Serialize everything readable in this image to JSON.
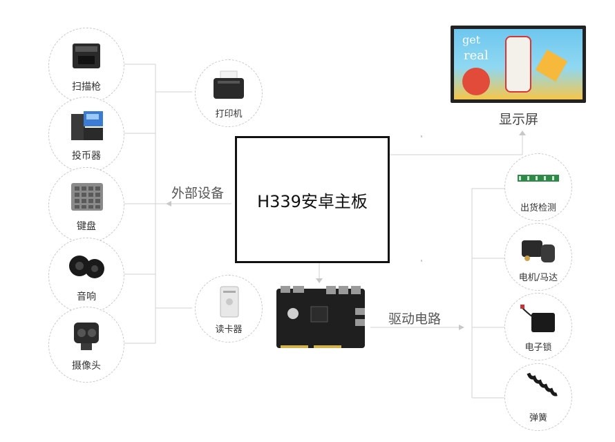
{
  "main": {
    "title": "H339安卓主板"
  },
  "section_labels": {
    "peripherals": "外部设备",
    "drive_circuit": "驱动电路"
  },
  "display": {
    "label": "显示屏",
    "ad_text_1": "get",
    "ad_text_2": "real"
  },
  "left_devices": [
    {
      "label": "扫描枪",
      "icon": "scanner-icon"
    },
    {
      "label": "投币器",
      "icon": "coin-acceptor-icon"
    },
    {
      "label": "键盘",
      "icon": "keypad-icon"
    },
    {
      "label": "音响",
      "icon": "speaker-icon"
    },
    {
      "label": "摄像头",
      "icon": "camera-icon"
    }
  ],
  "mid_devices": [
    {
      "label": "打印机",
      "icon": "printer-icon"
    },
    {
      "label": "读卡器",
      "icon": "card-reader-icon"
    }
  ],
  "right_devices": [
    {
      "label": "出货检测",
      "icon": "detection-sensor-icon"
    },
    {
      "label": "电机/马达",
      "icon": "motor-icon"
    },
    {
      "label": "电子锁",
      "icon": "electronic-lock-icon"
    },
    {
      "label": "弹簧",
      "icon": "spring-icon"
    }
  ]
}
